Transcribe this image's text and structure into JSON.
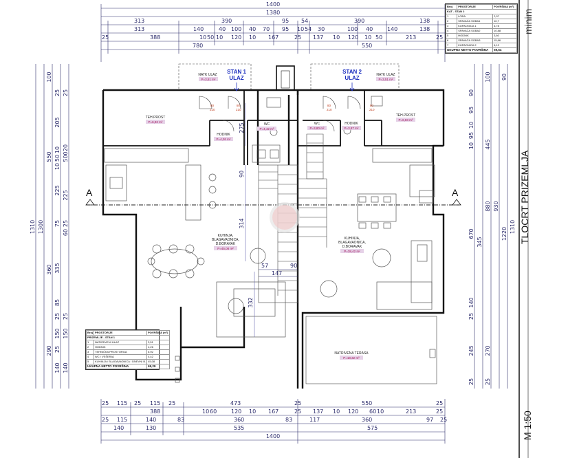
{
  "stan1_label": "STAN 1",
  "stan2_label": "STAN 2",
  "ulaz_label": "ULAZ",
  "sheet_title": "TLOCRT PRIZEMLJA",
  "scale_label": "M 1:50",
  "brand_fragment": "minim",
  "section_mark": "A",
  "rooms": {
    "natk_ulaz_l": {
      "name": "NATK ULAZ",
      "area": "P=3,51 m²"
    },
    "natk_ulaz_r": {
      "name": "NATK ULAZ",
      "area": "P=3,51 m²"
    },
    "teh_prost_l": {
      "name": "TEH.PROST",
      "area": "P=6,92 m²"
    },
    "teh_prost_r": {
      "name": "TEH.PROST",
      "area": "P=6,83 m²"
    },
    "hodnik_l": {
      "name": "HODNIK",
      "area": "P=4,26 m²"
    },
    "hodnik_r": {
      "name": "HODNIK",
      "area": "P=3,87 m²"
    },
    "wc_l": {
      "name": "WC",
      "area": "P=4,42 m²"
    },
    "wc_r": {
      "name": "WC",
      "area": "P=3,80 m²"
    },
    "kuhinja_l": {
      "name1": "KUHINJA,",
      "name2": "BLAGAVAONICA,",
      "name3": "D.BORAVAK",
      "area": "P=45,08 m²"
    },
    "kuhinja_r": {
      "name1": "KUHINJA,",
      "name2": "BLAGAVAONICA,",
      "name3": "D.BORAVAK",
      "area": "P=38,42 m²"
    },
    "terasa": {
      "name": "NATRIVENA TERASA",
      "area": "P=18,32 m²"
    }
  },
  "door_tags": [
    "80",
    "210"
  ],
  "legend_stan1": {
    "col_no": "Broj",
    "col_room": "PROSTORIJE",
    "col_area": "POVRŠINA (m²)",
    "section": "PRIZEMLJE - STAN 1",
    "rows": [
      {
        "no": "1",
        "room": "NATKRIVENI ULAZ",
        "area": "3,51"
      },
      {
        "no": "2",
        "room": "HODNIK",
        "area": "4,26"
      },
      {
        "no": "3",
        "room": "TEHNIČKA PROSTORIJA",
        "area": "6,92"
      },
      {
        "no": "4",
        "room": "WC / VEŠERAJ",
        "area": "4,42"
      },
      {
        "no": "5",
        "room": "KUHINJA / BLAGAVAONICA / DNEVNI B.",
        "area": "45,08"
      }
    ],
    "total_label": "UKUPNA NETTO POVRŠINA",
    "total": "69,29"
  },
  "legend_stan2": {
    "col_no": "Broj",
    "col_room": "PROSTORIJE",
    "col_area": "POVRŠINA (m²)",
    "section": "KAT - STAN 2",
    "rows": [
      {
        "no": "1",
        "room": "LOĐA",
        "area": "2,97"
      },
      {
        "no": "2",
        "room": "SPAVAĆA SOBA1",
        "area": "10,7"
      },
      {
        "no": "3",
        "room": "KUPAONICA 1",
        "area": "6,78"
      },
      {
        "no": "4",
        "room": "SPAVAĆA SOBA2",
        "area": "10,88"
      },
      {
        "no": "5",
        "room": "HODNIK",
        "area": "3,60"
      },
      {
        "no": "6",
        "room": "SPAVAĆA SOBA3",
        "area": "15,66"
      },
      {
        "no": "7",
        "room": "KUPAONICA 2",
        "area": "6,12"
      }
    ],
    "total_label": "UKUPNA NETTO POVRŠINA",
    "total": "59,54"
  },
  "dims_top": {
    "row0": [
      "1400"
    ],
    "row1": [
      "1380"
    ],
    "row2": [
      "313",
      "390",
      "95",
      "54",
      "390",
      "138"
    ],
    "row3": [
      "313",
      "140",
      "40",
      "100",
      "40",
      "70",
      "95",
      "10",
      "54",
      "30",
      "100",
      "40",
      "140",
      "138"
    ],
    "row4": [
      "25",
      "388",
      "10",
      "50",
      "10",
      "120",
      "10",
      "167",
      "25",
      "137",
      "10",
      "120",
      "10",
      "50",
      "213",
      "25"
    ],
    "row5": [
      "780",
      "550"
    ]
  },
  "dims_bottom": {
    "row1": [
      "25",
      "115",
      "25",
      "115",
      "25",
      "473",
      "25",
      "550",
      "25"
    ],
    "row2": [
      "388",
      "10",
      "60",
      "120",
      "10",
      "167",
      "25",
      "137",
      "10",
      "120",
      "60",
      "10",
      "213",
      "25"
    ],
    "row3": [
      "25",
      "115",
      "140",
      "83",
      "360",
      "83",
      "117",
      "360",
      "97",
      "25"
    ],
    "row4": [
      "140",
      "130",
      "535",
      "575"
    ],
    "row5": [
      "1400"
    ]
  },
  "dims_left": {
    "outer": [
      "1310"
    ],
    "mid": [
      "1300"
    ],
    "a": [
      "100",
      "550",
      "360",
      "290"
    ],
    "b": [
      "25",
      "205",
      "10",
      "50",
      "10",
      "225",
      "75",
      "335",
      "85",
      "25",
      "150",
      "25",
      "140"
    ],
    "c": [
      "25",
      "20",
      "500",
      "225",
      "25",
      "60",
      "25",
      "150",
      "140"
    ]
  },
  "dims_right": {
    "a": [
      "100",
      "445",
      "880",
      "1220"
    ],
    "b": [
      "90",
      "95",
      "10",
      "95",
      "10",
      "670",
      "345",
      "140",
      "25",
      "245",
      "25"
    ],
    "c": [
      "930",
      "1310",
      "270",
      "25"
    ]
  },
  "inner_dims": [
    "275",
    "90",
    "314",
    "57",
    "90",
    "147",
    "332"
  ]
}
